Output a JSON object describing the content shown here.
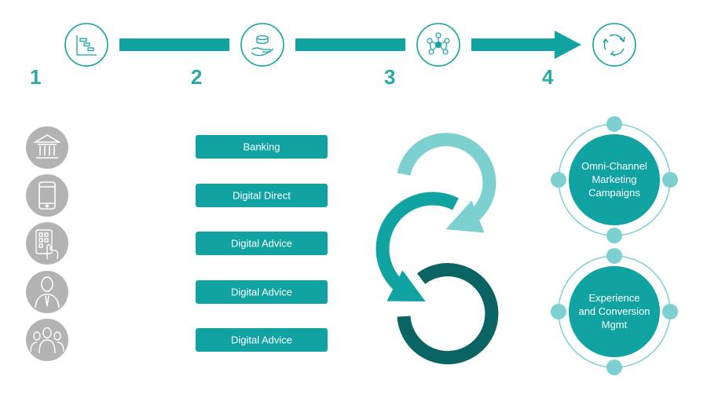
{
  "colors": {
    "teal": "#10a3a1",
    "teal_light": "#7dd0d0",
    "teal_dark": "#0b6464",
    "teal_number": "#2aa9a7",
    "grey_icon_bg": "#b3b3b3"
  },
  "steps": [
    {
      "number": "1",
      "icon": "gantt-chart-icon"
    },
    {
      "number": "2",
      "icon": "hand-coins-icon"
    },
    {
      "number": "3",
      "icon": "network-icon"
    },
    {
      "number": "4",
      "icon": "cycle-arrows-icon"
    }
  ],
  "side_icons": [
    {
      "icon": "bank-icon"
    },
    {
      "icon": "smartphone-icon"
    },
    {
      "icon": "tablet-touch-icon"
    },
    {
      "icon": "person-icon"
    },
    {
      "icon": "group-icon"
    }
  ],
  "channels": [
    {
      "label": "Banking"
    },
    {
      "label": "Digital Direct"
    },
    {
      "label": "Digital Advice"
    },
    {
      "label": "Digital Advice"
    },
    {
      "label": "Digital Advice"
    }
  ],
  "cycle_arrows": [
    {
      "color": "light"
    },
    {
      "color": "medium"
    },
    {
      "color": "dark"
    }
  ],
  "outcomes": [
    {
      "lines": [
        "Omni-Channel",
        "Marketing",
        "Campaigns"
      ]
    },
    {
      "lines": [
        "Experience",
        "and Conversion",
        "Mgmt"
      ]
    }
  ]
}
